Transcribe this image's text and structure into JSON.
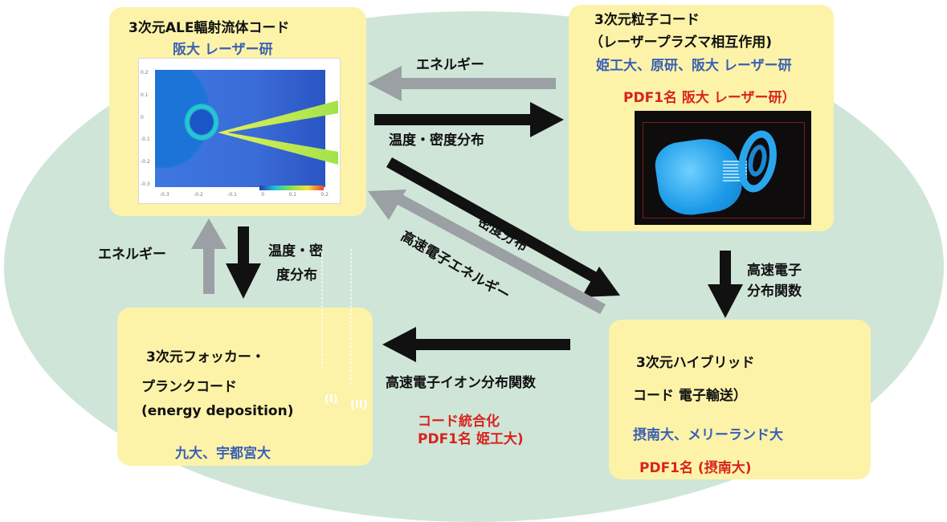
{
  "box_ale": {
    "title": "3次元ALE輻射流体コード",
    "institution": "阪大 レーザー研"
  },
  "box_particle": {
    "title_line1": "3次元粒子コード",
    "title_line2": "（レーザープラズマ相互作用)",
    "institutions": "姫工大、原研、阪大 レーザー研",
    "pdf": "PDF1名 阪大 レーザー研）"
  },
  "box_fokker": {
    "title_line1": "3次元フォッカー・",
    "title_line2": "プランクコード",
    "title_line3": "(energy deposition)",
    "institutions": "九大、宇都宮大"
  },
  "box_hybrid": {
    "title_line1": "3次元ハイブリッド",
    "title_line2": "コード 電子輸送）",
    "institutions": "摂南大、メリーランド大",
    "pdf": "PDF1名 (摂南大)"
  },
  "arrows": {
    "energy_top": "エネルギー",
    "temp_density_top": "温度・密度分布",
    "density": "密度分布",
    "fast_electron_energy": "高速電子エネルギー",
    "energy_left": "エネルギー",
    "temp_density_left_line1": "温度・密",
    "temp_density_left_line2": "度分布",
    "fast_electron_dist_line1": "高速電子",
    "fast_electron_dist_line2": "分布関数",
    "fast_electron_ion": "高速電子イオン分布関数"
  },
  "integration": {
    "line1": "コード統合化",
    "line2": "PDF1名 姫工大)"
  },
  "markers": {
    "m1": "(I)",
    "m2": "(II)"
  },
  "sim1_axes": {
    "y_ticks": [
      "0.2",
      "0.1",
      "0",
      "-0.1",
      "-0.2",
      "-0.3"
    ],
    "x_ticks": [
      "-0.3",
      "-0.2",
      "-0.1",
      "0",
      "0.1",
      "0.2"
    ]
  },
  "colors": {
    "background_ellipse": "#cfe5d8",
    "box_fill": "#fcf3a9",
    "arrow_black": "#111111",
    "arrow_gray": "#9aa0a4",
    "institution_blue": "#3a5fb4",
    "pdf_red": "#d8241e"
  }
}
